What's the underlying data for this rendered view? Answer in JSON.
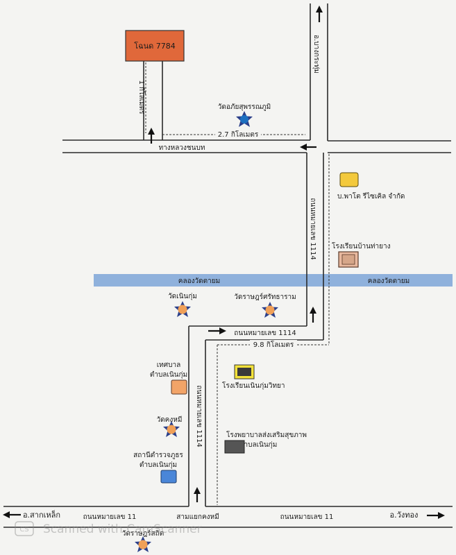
{
  "zone_label": "โฉนด 7784",
  "distances": {
    "zone_vertical": "1 กิโลเมตร",
    "top_horizontal": "2.7 กิโลเมตร",
    "lower_horizontal": "9.8 กิโลเมตร"
  },
  "roads": {
    "top_right_direction": "อ.บางกระทุ่ม",
    "rural_road": "ทางหลวงชนบท",
    "route_1114_upper": "ถนนหมายเลข 1114",
    "route_1114_mid": "ถนนหมายเลข 1114",
    "route_1114_lower": "ถนนหมายเลข 1114",
    "route_11_left": "ถนนหมายเลข 11",
    "route_11_right": "ถนนหมายเลข 11",
    "canal_left": "คลองวัดตายม",
    "canal_right": "คลองวัดตายม",
    "dest_left": "อ.สากเหล็ก",
    "dest_right": "อ.วังทอง",
    "junction": "สามแยกคงหมี"
  },
  "landmarks": {
    "temple_top": "วัดอภัยสุพรรณภูมิ",
    "factory": "บ.พาโต รีไซเคิล จำกัด",
    "school_top": "โรงเรียนบ้านท่ายาง",
    "temple_noen_kum": "วัดเนินกุ่ม",
    "temple_rat": "วัดราษฎร์ศรัทธาราม",
    "municipality_line1": "เทศบาล",
    "municipality_line2": "ตำบลเนินกุ่ม",
    "school_mid": "โรงเรียนเนินกุ่มวิทยา",
    "temple_khong_mi": "วัดคงหมี",
    "police_line1": "สถานีตำรวจภูธร",
    "police_line2": "ตำบลเนินกุ่ม",
    "hospital_line1": "โรงพยาบาลส่งเสริมสุขภาพ",
    "hospital_line2": "ตำบลเนินกุ่ม",
    "temple_bottom": "วัดราษฎร์สถิต"
  },
  "watermark": "Scanned with CamScanner",
  "colors": {
    "zone_fill": "#e0683a",
    "canal": "#8fb1dc",
    "temple_orange": "#f0a058",
    "temple_blue": "#1c6fc0",
    "factory": "#f3c93c",
    "school_top": "#e9b99f",
    "school_mid": "#3a3a3a",
    "municipality": "#f2a468",
    "police": "#4a86d8",
    "hospital": "#555555"
  }
}
